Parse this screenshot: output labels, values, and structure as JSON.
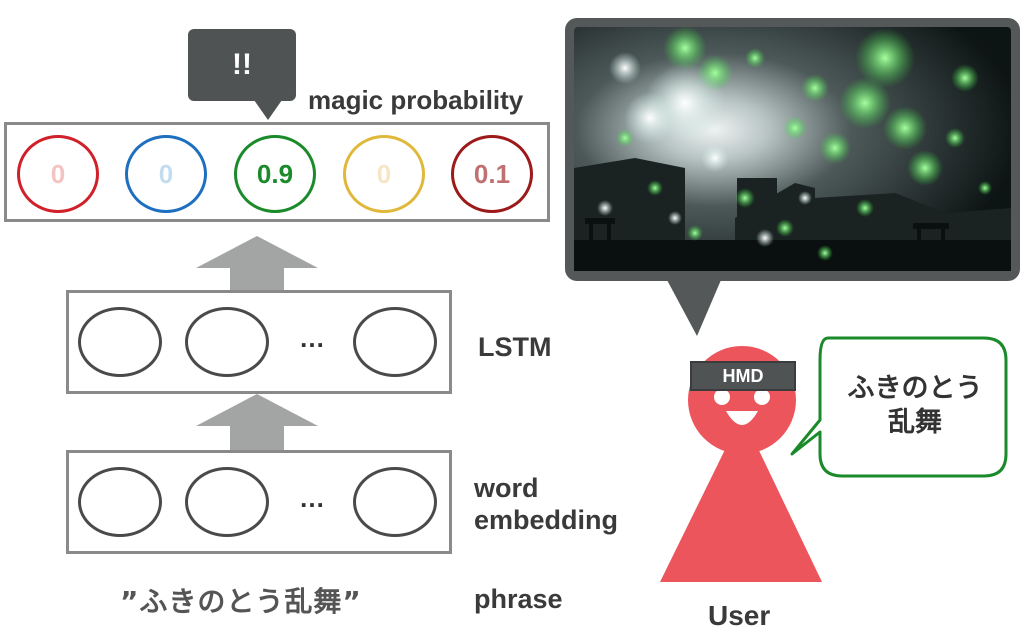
{
  "callout": {
    "text": "!!"
  },
  "probability": {
    "title": "magic probability",
    "values": [
      {
        "label": "0",
        "border": "#d0202a",
        "text": "#f3c4c4"
      },
      {
        "label": "0",
        "border": "#1e6fbf",
        "text": "#c3dcef"
      },
      {
        "label": "0.9",
        "border": "#1b8a2a",
        "text": "#1b8a2a"
      },
      {
        "label": "0",
        "border": "#e0b83c",
        "text": "#f6e6c6"
      },
      {
        "label": "0.1",
        "border": "#9c1a1a",
        "text": "#c07070"
      }
    ]
  },
  "lstm": {
    "label": "LSTM",
    "ellipsis": "…"
  },
  "embedding": {
    "label_line1": "word",
    "label_line2": "embedding",
    "ellipsis": "…"
  },
  "phrase": {
    "text": "”ふきのとう乱舞”",
    "label": "phrase"
  },
  "user": {
    "hmd": "HMD",
    "label": "User",
    "speech_line1": "ふきのとう",
    "speech_line2": "乱舞"
  },
  "colors": {
    "box_border": "#8a8a8a",
    "arrow": "#a3a5a4",
    "user": "#ec555b",
    "speech_border": "#1b8a2a",
    "screen_frame": "#555859",
    "callout": "#505354"
  }
}
